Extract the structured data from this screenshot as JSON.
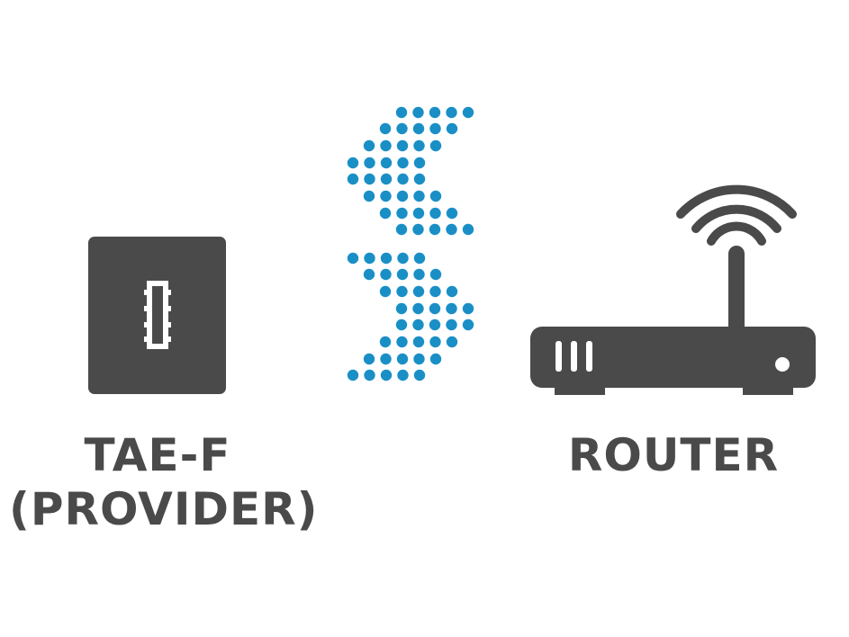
{
  "colors": {
    "icon": "#4a4a4a",
    "signal": "#1a8fc6",
    "background": "#ffffff"
  },
  "icons": {
    "socket": "tae-socket-icon",
    "signal": "signal-wave-icon",
    "router": "router-icon"
  },
  "tae": {
    "line1": "TAE-F",
    "line2": "(PROVIDER)"
  },
  "router": {
    "label": "ROUTER"
  }
}
